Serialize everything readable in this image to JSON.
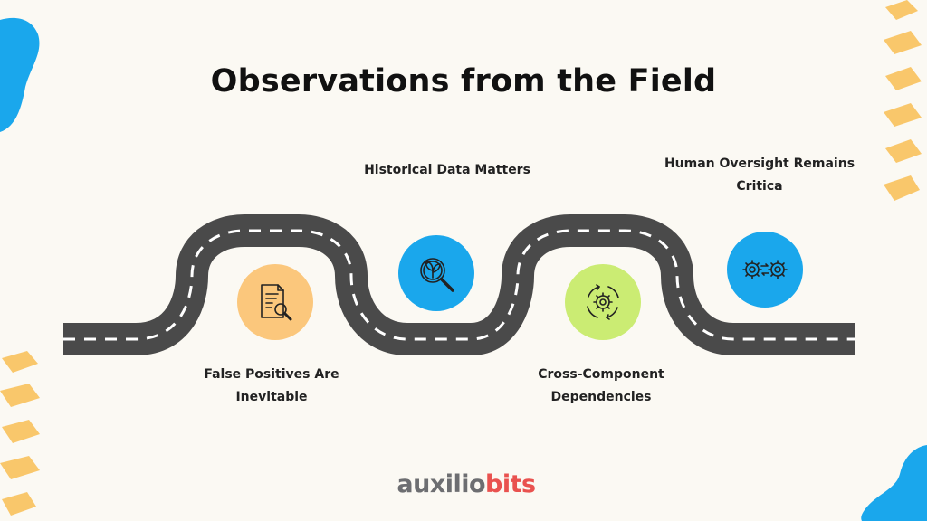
{
  "title": "Observations from the Field",
  "colors": {
    "background": "#fbf9f3",
    "road": "#4a4a4a",
    "road_dash": "#ffffff",
    "deco_blue": "#1aa7ec",
    "deco_yellow": "#f9c76b",
    "logo_gray": "#6d6e71",
    "logo_red": "#e9524f"
  },
  "milestones": [
    {
      "lines": [
        "False Positives Are",
        "Inevitable"
      ],
      "icon": "document-magnifier-icon",
      "color": "#fbc77c"
    },
    {
      "lines": [
        "Historical Data Matters"
      ],
      "icon": "plant-magnifier-icon",
      "color": "#1aa7ec"
    },
    {
      "lines": [
        "Cross-Component",
        "Dependencies"
      ],
      "icon": "gear-cycle-icon",
      "color": "#cbec73"
    },
    {
      "lines": [
        "Human Oversight Remains",
        "Critica"
      ],
      "icon": "gears-icon",
      "color": "#1aa7ec"
    }
  ],
  "logo": {
    "part1": "auxilio",
    "part2": "bits"
  }
}
